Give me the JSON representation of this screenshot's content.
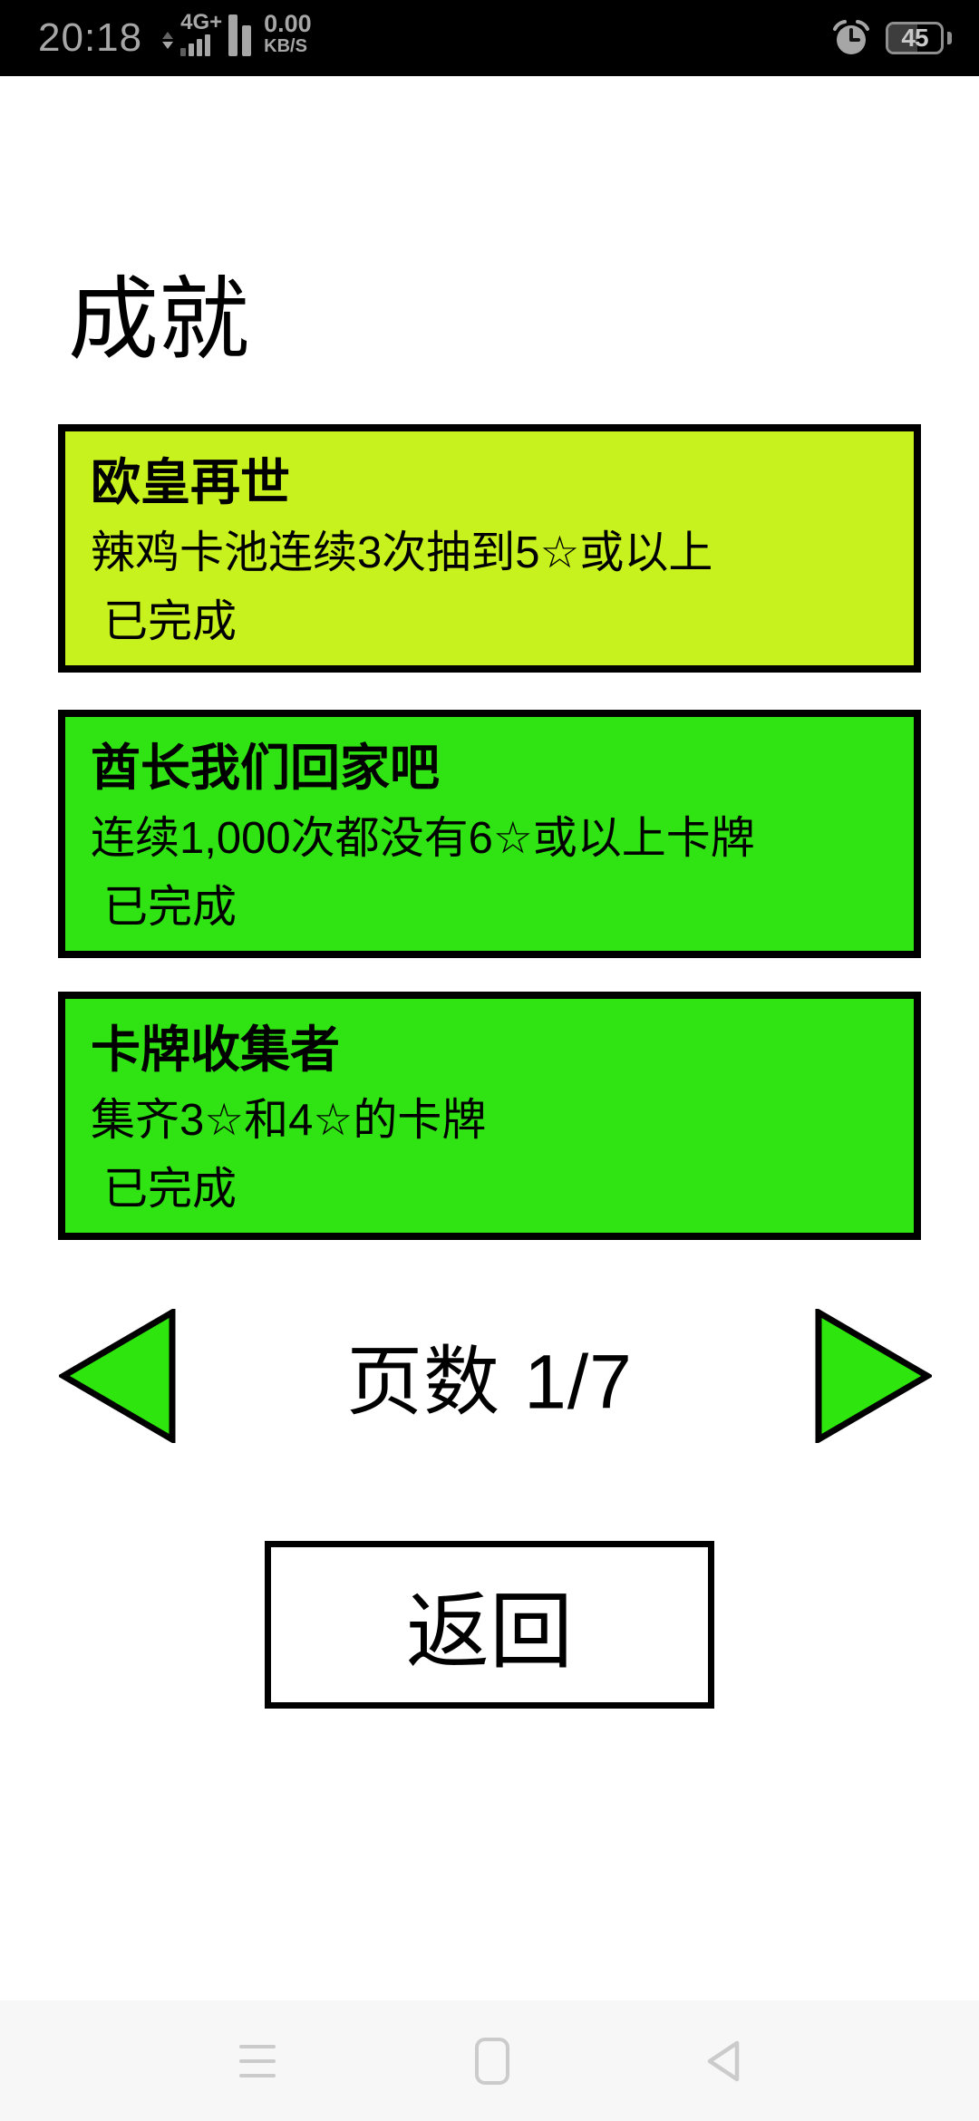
{
  "status_bar": {
    "time": "20:18",
    "network": "4G+",
    "data_rate": "0.00",
    "data_rate_unit": "KB/S",
    "battery": "45",
    "bg_color": "#000000",
    "text_color": "#a6a6a6"
  },
  "title": "成就",
  "achievements": [
    {
      "name": "欧皇再世",
      "description": "辣鸡卡池连续3次抽到5☆或以上",
      "status": "已完成",
      "color": "#c8f21e"
    },
    {
      "name": "酋长我们回家吧",
      "description": "连续1,000次都没有6☆或以上卡牌",
      "status": "已完成",
      "color": "#30e413"
    },
    {
      "name": "卡牌收集者",
      "description": "集齐3☆和4☆的卡牌",
      "status": "已完成",
      "color": "#30e413"
    }
  ],
  "pagination": {
    "prefix": "页数",
    "current": "1",
    "separator": "/",
    "total": "7"
  },
  "back_label": "返回",
  "icons": {
    "data_activity": "up-down-arrows",
    "signal_sim1": "signal-bars",
    "signal_sim2": "signal-bars",
    "alarm": "alarm-clock",
    "battery": "battery-pill",
    "prev_page": "left-triangle",
    "next_page": "right-triangle",
    "nav_menu": "hamburger",
    "nav_recents": "rounded-square",
    "nav_back": "left-triangle-outline"
  },
  "colors": {
    "page_bg": "#ffffff",
    "card_border": "#000000",
    "arrow_fill": "#2ee60d",
    "navbar_bg": "#f7f7f7",
    "navbar_icon": "#cbcbcb"
  }
}
